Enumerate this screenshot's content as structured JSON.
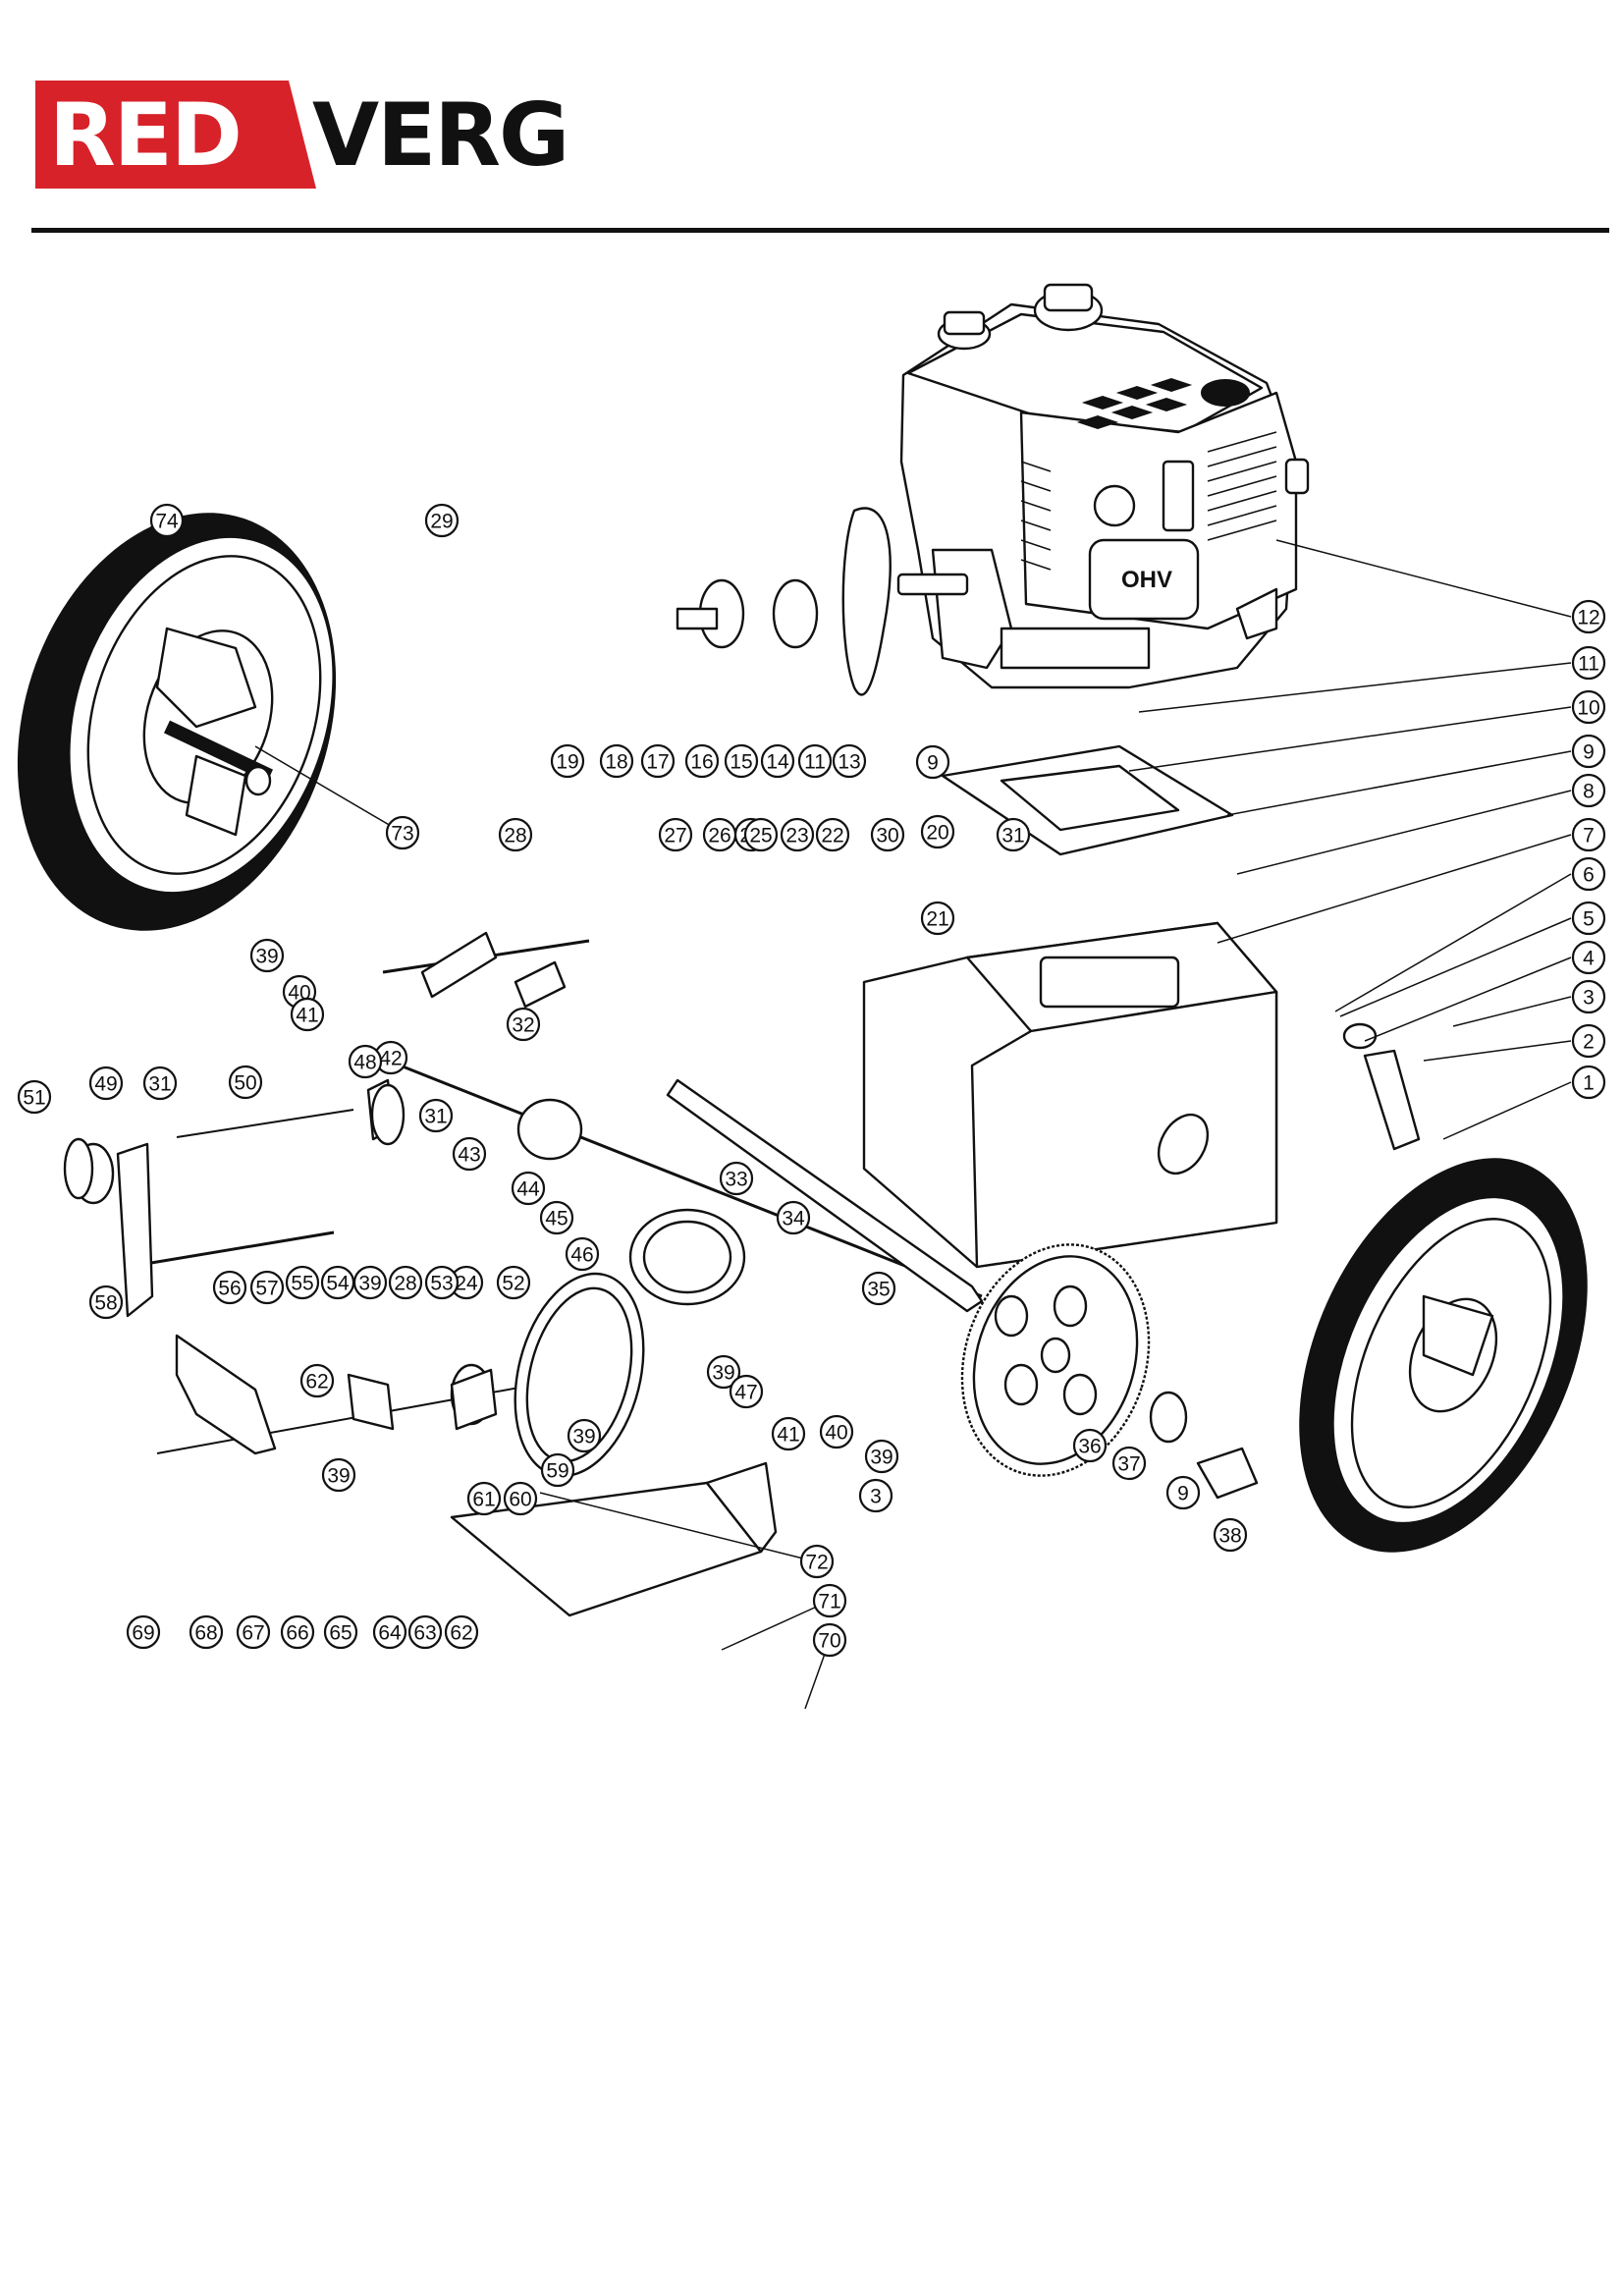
{
  "brand": {
    "logo_part1": "RED",
    "logo_part2": "VERG",
    "colors": {
      "brand_red": "#d7222a",
      "ink": "#111111",
      "background": "#ffffff"
    }
  },
  "diagram": {
    "engine_label": "OHV",
    "callouts": [
      "1",
      "2",
      "3",
      "3",
      "4",
      "5",
      "6",
      "7",
      "8",
      "9",
      "9",
      "9",
      "10",
      "11",
      "11",
      "12",
      "13",
      "14",
      "15",
      "16",
      "17",
      "18",
      "19",
      "20",
      "21",
      "22",
      "23",
      "24",
      "24",
      "25",
      "26",
      "27",
      "28",
      "28",
      "29",
      "30",
      "31",
      "31",
      "31",
      "32",
      "33",
      "34",
      "35",
      "36",
      "37",
      "38",
      "39",
      "39",
      "39",
      "39",
      "39",
      "39",
      "40",
      "40",
      "41",
      "41",
      "42",
      "43",
      "44",
      "45",
      "46",
      "47",
      "48",
      "49",
      "50",
      "51",
      "52",
      "53",
      "54",
      "55",
      "56",
      "57",
      "58",
      "59",
      "60",
      "61",
      "62",
      "62",
      "63",
      "64",
      "65",
      "66",
      "67",
      "68",
      "69",
      "70",
      "71",
      "72",
      "73",
      "74"
    ]
  }
}
